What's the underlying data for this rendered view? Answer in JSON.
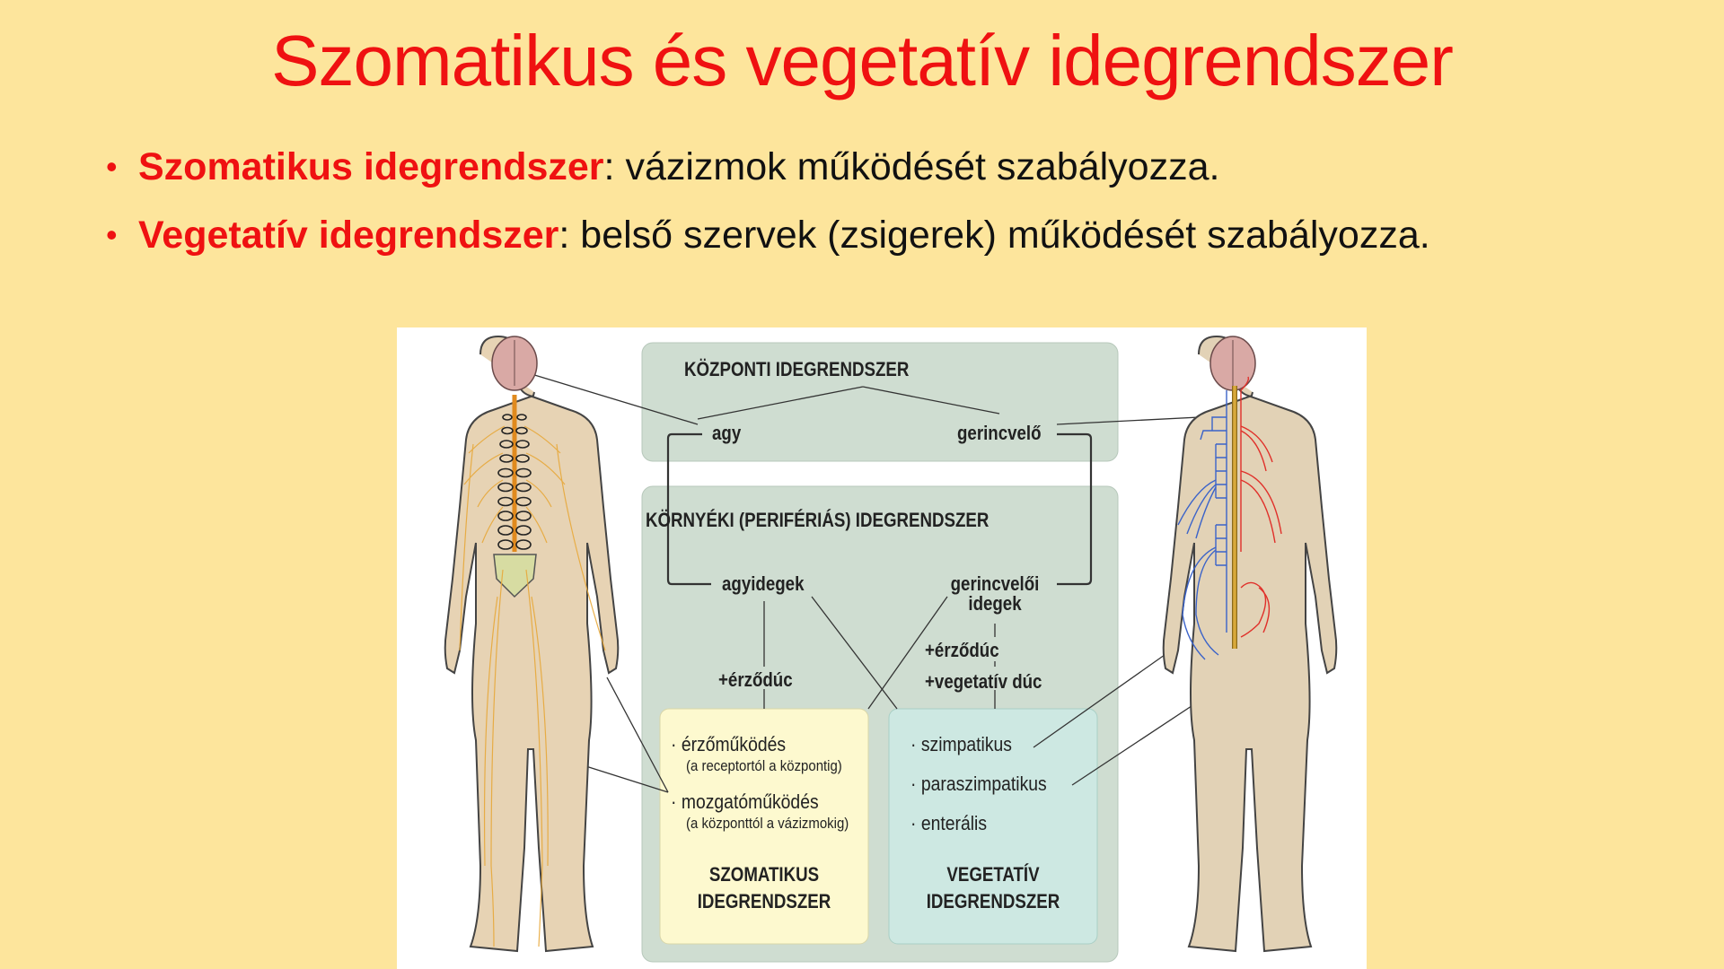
{
  "slide": {
    "title": "Szomatikus és vegetatív idegrendszer",
    "bullets": [
      {
        "term": "Szomatikus idegrendszer",
        "text": ": vázizmok működését szabályozza."
      },
      {
        "term": "Vegetatív idegrendszer",
        "text": ": belső szervek (zsigerek) működését szabályozza."
      }
    ]
  },
  "diagram": {
    "central": {
      "heading": "KÖZPONTI IDEGRENDSZER",
      "left": "agy",
      "right": "gerincvelő"
    },
    "peripheral": {
      "heading": "KÖRNYÉKI (PERIFÉRIÁS) IDEGRENDSZER",
      "left": "agyidegek",
      "right_line1": "gerincvelői",
      "right_line2": "idegek",
      "left_ganglion": "+érződúc",
      "right_ganglion1": "+érződúc",
      "right_ganglion2": "+vegetatív dúc"
    },
    "somatic": {
      "items": [
        {
          "label": "érzőműködés",
          "note": "(a receptortól a központig)"
        },
        {
          "label": "mozgatóműködés",
          "note": "(a központtól a vázizmokig)"
        }
      ],
      "heading_line1": "SZOMATIKUS",
      "heading_line2": "IDEGRENDSZER"
    },
    "vegetative": {
      "items": [
        "szimpatikus",
        "paraszimpatikus",
        "enterális"
      ],
      "heading_line1": "VEGETATÍV",
      "heading_line2": "IDEGRENDSZER"
    },
    "bullet_glyph": "·"
  },
  "colors": {
    "background": "#fde59c",
    "accent_red": "#ef1111",
    "panel_green": "#cfddd1",
    "somatic_box": "#fdf9cf",
    "vegetative_box": "#cde8e2",
    "sympathetic_blue": "#3b63c9",
    "parasympathetic_red": "#e0302a",
    "nerve_orange": "#e8a83a",
    "skin": "#e7d3b4"
  }
}
